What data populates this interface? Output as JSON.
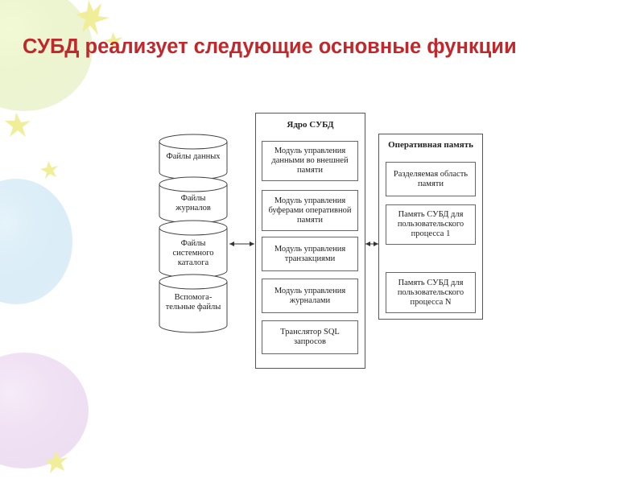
{
  "slide": {
    "title": "СУБД реализует следующие основные функции"
  },
  "diagram": {
    "files": [
      "Файлы данных",
      "Файлы журналов",
      "Файлы системного каталога",
      "Вспомога-тельные файлы"
    ],
    "core": {
      "title": "Ядро СУБД",
      "modules": [
        "Модуль управления данными во внешней памяти",
        "Модуль управления буферами оперативной памяти",
        "Модуль управления транзакциями",
        "Модуль управления журналами",
        "Транслятор SQL запросов"
      ]
    },
    "memory": {
      "title": "Оперативная память",
      "blocks": [
        "Разделяемая область памяти",
        "Память СУБД для пользовательского процесса 1",
        "Память СУБД для пользовательского процесса N"
      ]
    }
  },
  "colors": {
    "title": "#c0282b",
    "outline": "#555555"
  }
}
